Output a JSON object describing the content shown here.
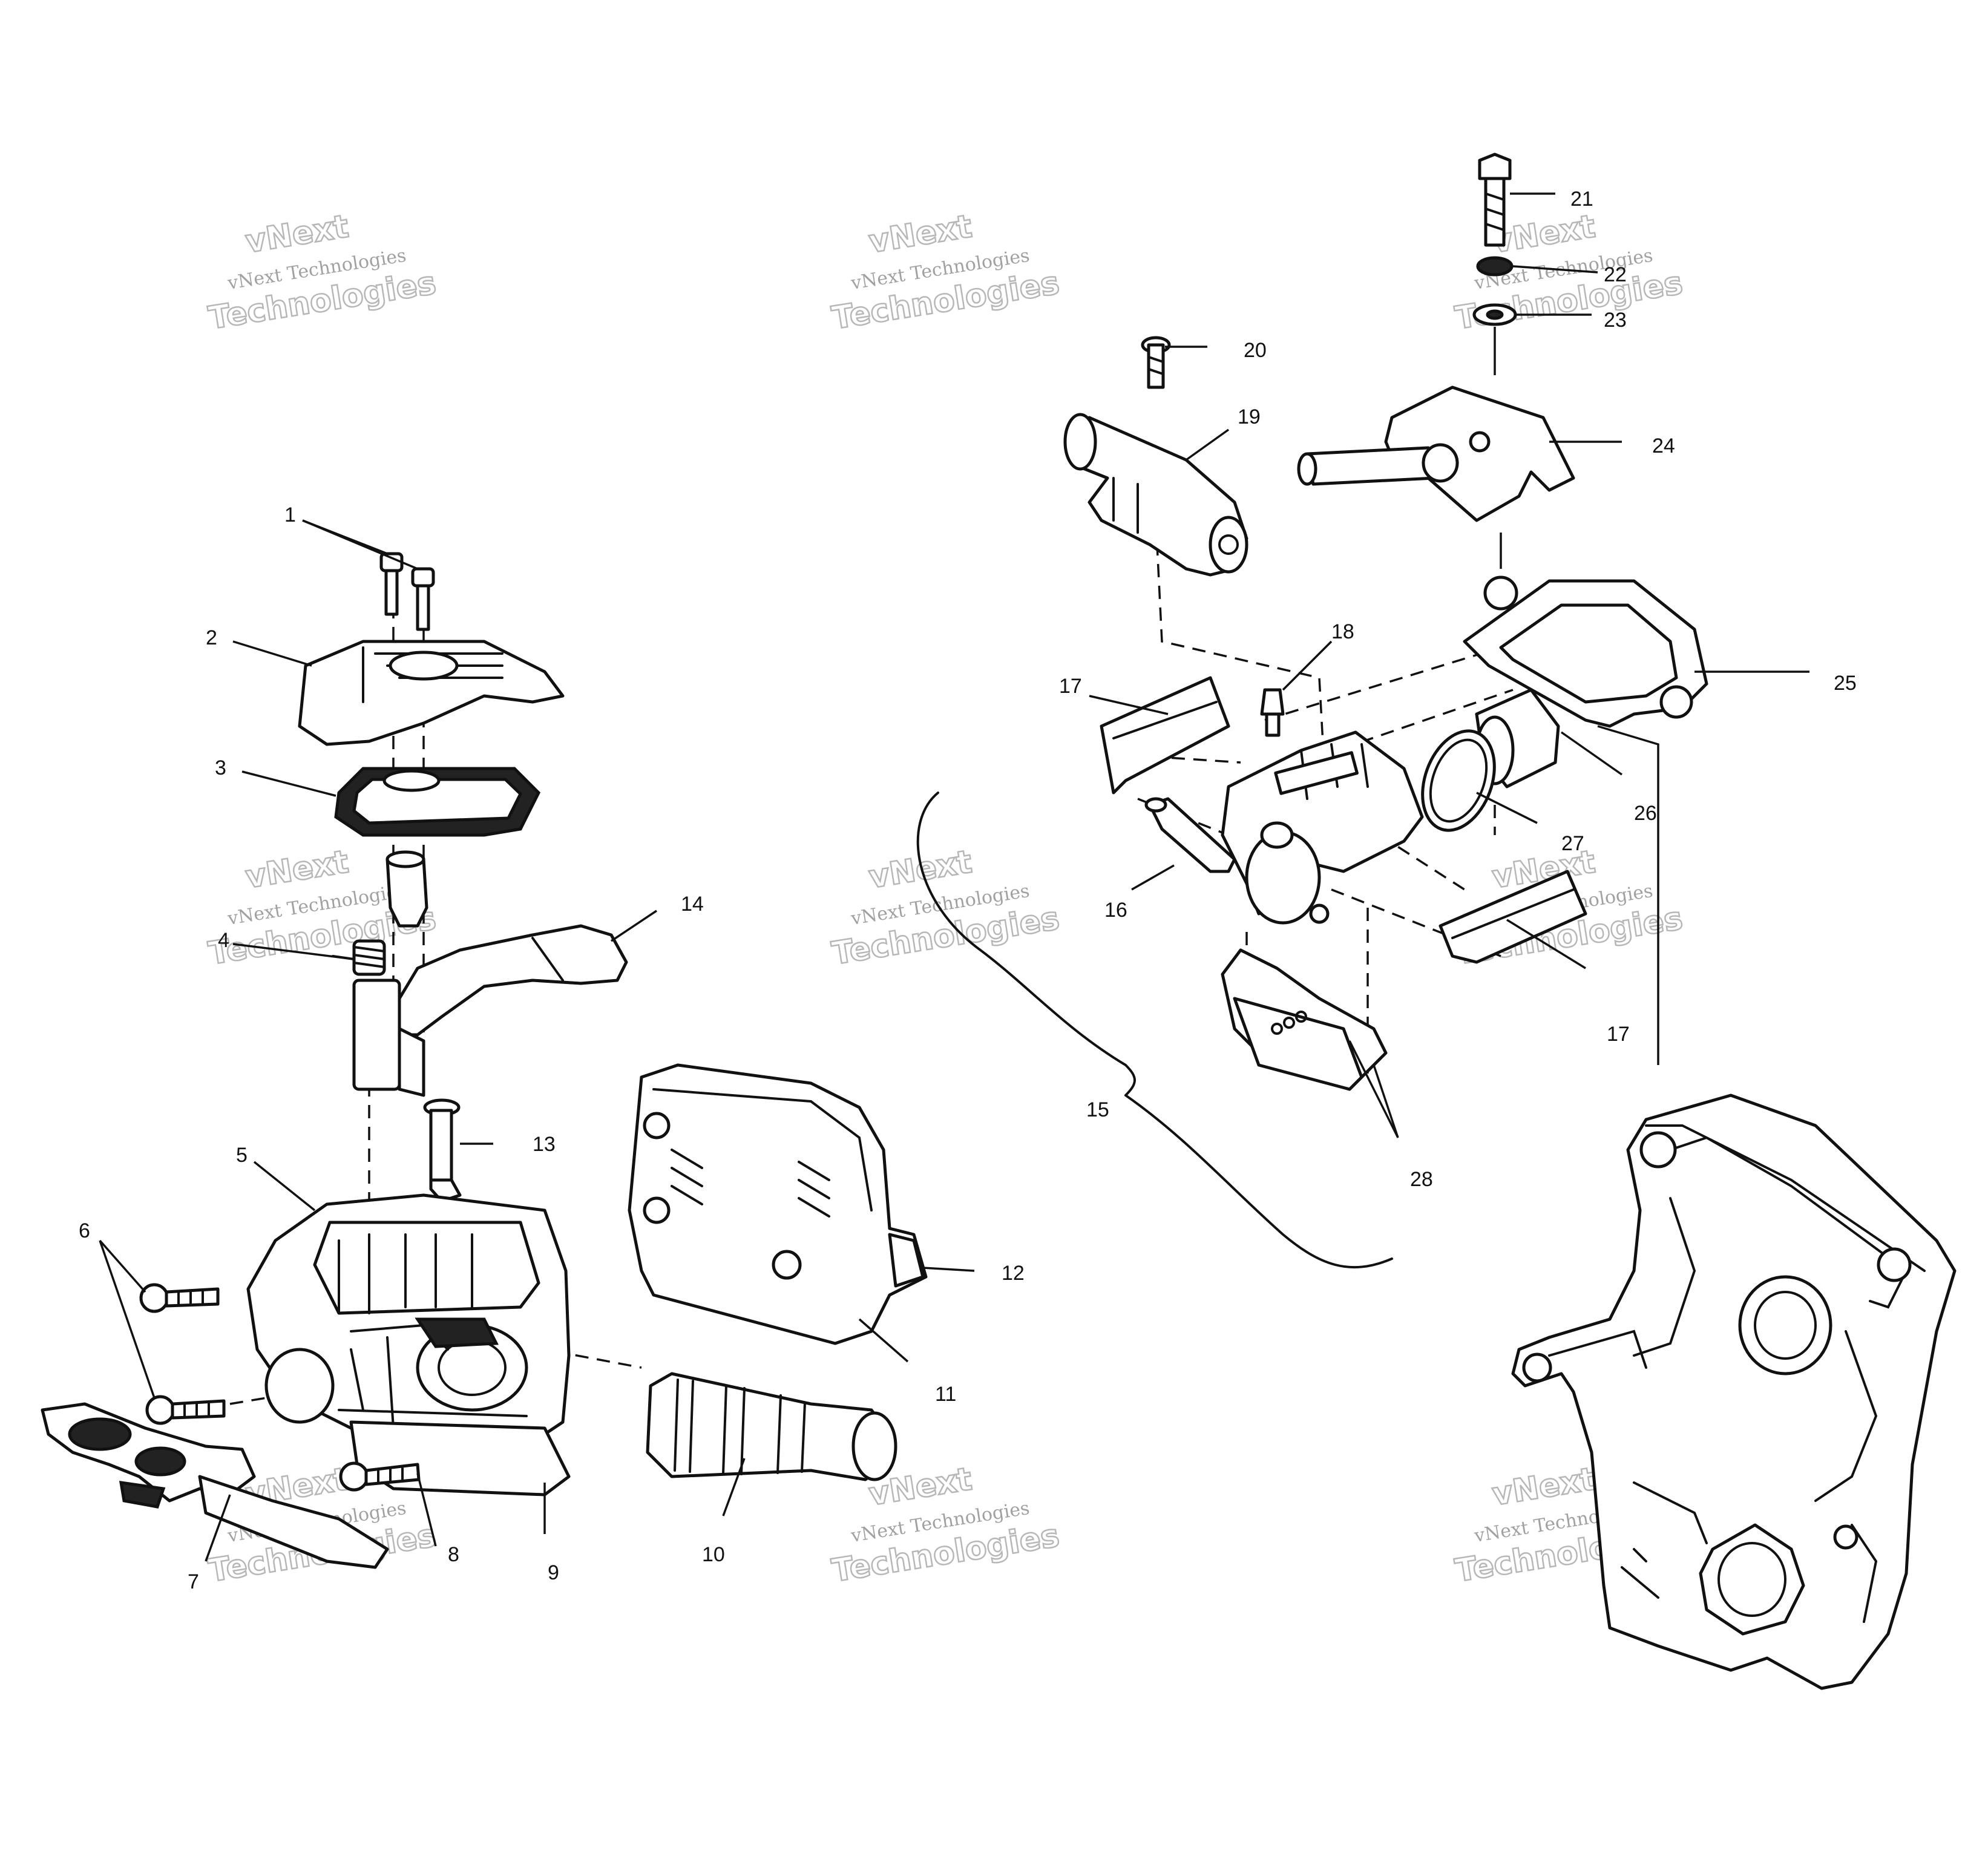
{
  "callouts": {
    "c1": "1",
    "c2": "2",
    "c3": "3",
    "c4": "4",
    "c5": "5",
    "c6": "6",
    "c7": "7",
    "c8": "8",
    "c9": "9",
    "c10": "10",
    "c11": "11",
    "c12": "12",
    "c13": "13",
    "c14": "14",
    "c15": "15",
    "c16": "16",
    "c17a": "17",
    "c17b": "17",
    "c18": "18",
    "c19": "19",
    "c20": "20",
    "c21": "21",
    "c22": "22",
    "c23": "23",
    "c24": "24",
    "c25": "25",
    "c26": "26",
    "c27": "27",
    "c28": "28"
  },
  "watermark": {
    "line1": "vNext",
    "line2": "vNext Technologies",
    "line3": "Technologies"
  },
  "colors": {
    "ink": "#111111",
    "paper": "#ffffff",
    "watermark": "#888888"
  }
}
